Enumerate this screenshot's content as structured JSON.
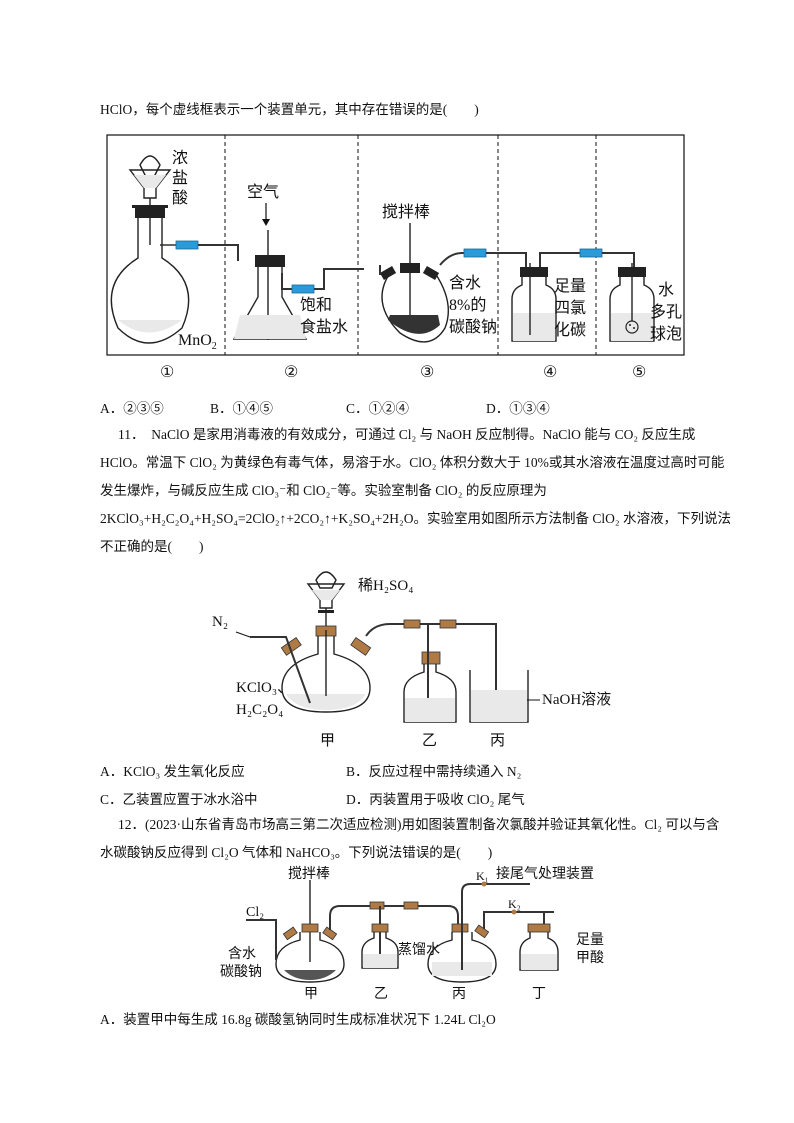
{
  "q10": {
    "stem": "HClO，每个虚线框表示一个装置单元，其中存在错误的是(　　)",
    "labels": {
      "conc_hcl": [
        "浓",
        "盐",
        "酸"
      ],
      "mno2": "MnO",
      "mno2_sub": "2",
      "air": "空气",
      "sat_nacl": [
        "饱和",
        "食盐水"
      ],
      "stir_rod": "搅拌棒",
      "wet_na2co3": [
        "含水",
        "8%的",
        "碳酸钠"
      ],
      "ccl4": [
        "足量",
        "四氯",
        "化碳"
      ],
      "water_bubble": [
        "水",
        "多孔",
        "球泡"
      ]
    },
    "unit_numbers": [
      "①",
      "②",
      "③",
      "④",
      "⑤"
    ],
    "options": [
      "A．②③⑤",
      "B．①④⑤",
      "C．①②④",
      "D．①③④"
    ]
  },
  "q11": {
    "line1": "11．　NaClO 是家用消毒液的有效成分，可通过 Cl₂ 与 NaOH 反应制得。NaClO 能与 CO₂ 反应生成",
    "line2": "HClO。常温下 ClO₂ 为黄绿色有毒气体，易溶于水。ClO₂ 体积分数大于 10%或其水溶液在温度过高时可能",
    "line3": "发生爆炸，与碱反应生成 ClO₃⁻和 ClO₂⁻等。实验室制备 ClO₂ 的反应原理为",
    "line4": "2KClO₃+H₂C₂O₄+H₂SO₄=2ClO₂↑+2CO₂↑+K₂SO₄+2H₂O。实验室用如图所示方法制备 ClO₂ 水溶液，下列说法",
    "line5": "不正确的是(　　)",
    "labels": {
      "dilute_h2so4": "稀H₂SO₄",
      "n2": "N₂",
      "reagents1": "KClO₃、",
      "reagents2": "H₂C₂O₄",
      "naoh": "NaOH溶液",
      "jia": "甲",
      "yi": "乙",
      "bing": "丙"
    },
    "options": [
      "A．KClO₃ 发生氧化反应",
      "B．反应过程中需持续通入 N₂",
      "C．乙装置应置于冰水浴中",
      "D．丙装置用于吸收 ClO₂ 尾气"
    ]
  },
  "q12": {
    "line1": "12．(2023·山东省青岛市场高三第二次适应检测)用如图装置制备次氯酸并验证其氧化性。Cl₂ 可以与含",
    "line2": "水碳酸钠反应得到 Cl₂O 气体和 NaHCO₃。下列说法错误的是(　　)",
    "labels": {
      "stir_rod": "搅拌棒",
      "tail_gas": "接尾气处理装置",
      "k1": "K₁",
      "k2": "K₂",
      "cl2": "Cl₂",
      "wet_na2co3_1": "含水",
      "wet_na2co3_2": "碳酸钠",
      "distilled_water": "蒸馏水",
      "formic1": "足量",
      "formic2": "甲酸",
      "jia": "甲",
      "yi": "乙",
      "bing": "丙",
      "ding": "丁"
    },
    "option_a": "A．装置甲中每生成 16.8g 碳酸氢钠同时生成标准状况下 1.24L Cl₂O"
  }
}
